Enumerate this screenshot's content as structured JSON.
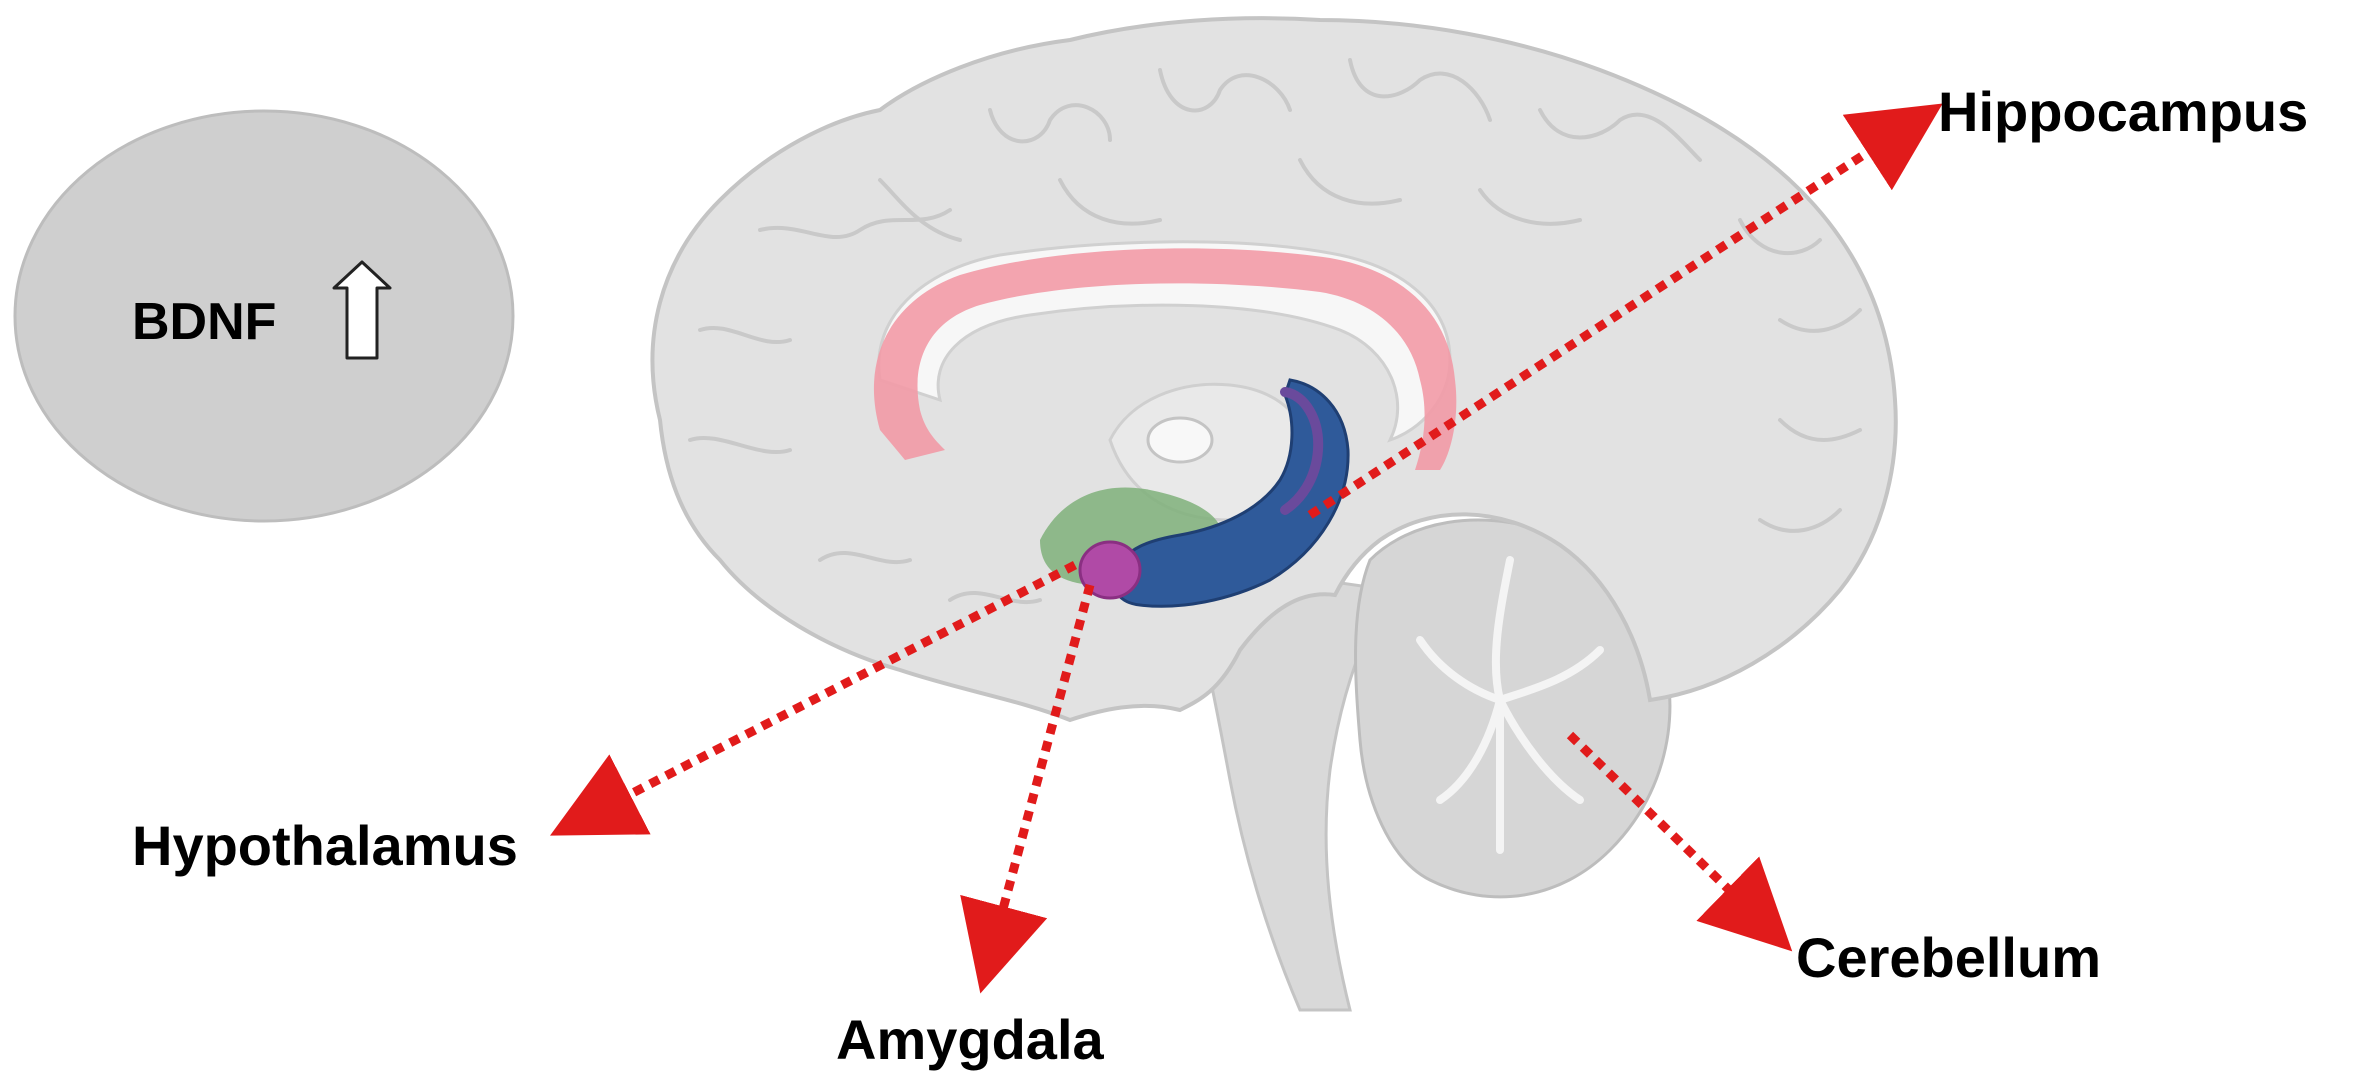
{
  "badge": {
    "text": "BDNF",
    "arrow_icon": "up-arrow-icon"
  },
  "labels": {
    "hippocampus": "Hippocampus",
    "hypothalamus": "Hypothalamus",
    "amygdala": "Amygdala",
    "cerebellum": "Cerebellum"
  },
  "colors": {
    "brain": "#e2e2e2",
    "brain_outline": "#c4c4c4",
    "cingulate": "#f29aa6",
    "hippocampus": "#2f5a9a",
    "hypothalamus": "#7fb07a",
    "amygdala": "#b04aa6",
    "pointer": "#e11b1b",
    "badge": "#cfcfcf"
  }
}
